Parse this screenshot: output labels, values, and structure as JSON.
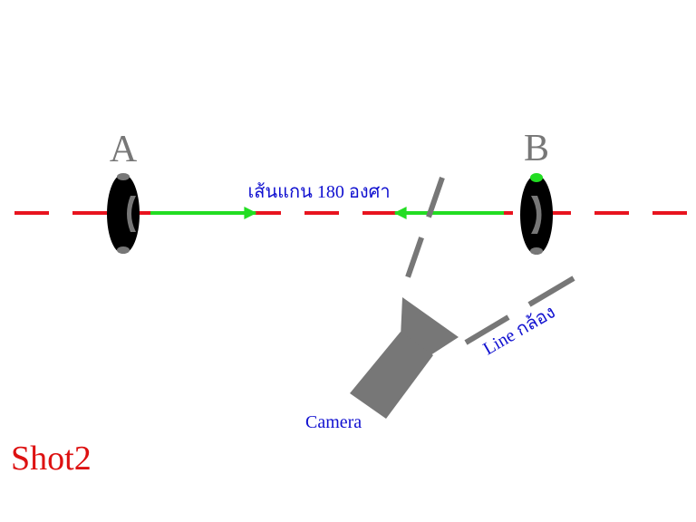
{
  "diagram": {
    "label_a": "A",
    "label_b": "B",
    "axis_label": "เส้นแกน 180 องศา",
    "camera_line_label": "Line กล้อง",
    "camera_label": "Camera",
    "shot_label": "Shot2"
  },
  "colors": {
    "axis_line": "#e8141e",
    "arrow": "#22dd22",
    "subject": "#000000",
    "camera": "#777777",
    "label_grey": "#777777",
    "label_blue": "#1010d0",
    "shot_red": "#dd1111"
  }
}
